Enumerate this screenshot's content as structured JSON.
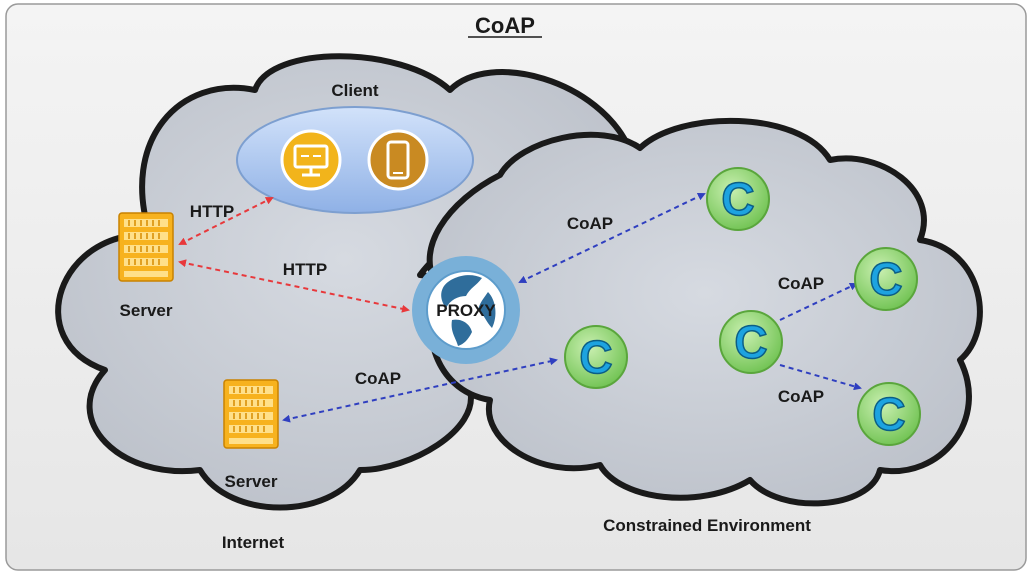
{
  "title": "CoAP",
  "labels": {
    "client": "Client",
    "internet": "Internet",
    "constrained": "Constrained Environment",
    "server_top": "Server",
    "server_bottom": "Server",
    "proxy": "PROXY",
    "coap_glyph": "C"
  },
  "edges": {
    "http_server_client": "HTTP",
    "http_server_proxy": "HTTP",
    "coap_proxy_node": "CoAP",
    "coap_server_node": "CoAP",
    "coap_node_right_top": "CoAP",
    "coap_node_right_bottom": "CoAP"
  },
  "colors": {
    "http_arrow": "#e8383b",
    "coap_arrow": "#2f3fc0",
    "cloud_fill": "#c9ced6",
    "cloud_stroke": "#1a1a1a",
    "client_ellipse": "#aec6ee",
    "server": "#f7b21e",
    "proxy_ring": "#79b0d8",
    "proxy_globe": "#2f6d9b",
    "coap_node": "#95d67a",
    "coap_glyph": "#1da3e0",
    "computer_icon_bg": "#f2b41b",
    "phone_icon_bg": "#c98a22"
  },
  "icons": {
    "computer": "desktop-computer-icon",
    "phone": "smartphone-icon",
    "server": "server-rack-icon",
    "proxy": "globe-icon",
    "coap_node": "coap-node-icon"
  }
}
